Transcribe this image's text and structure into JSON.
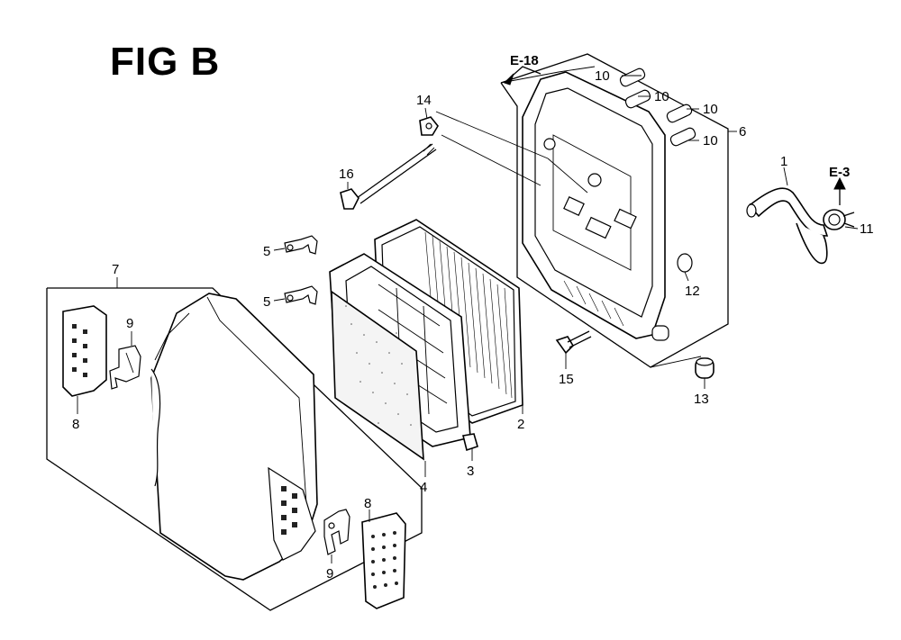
{
  "figure_title": "FIG B",
  "ref_top": "E-18",
  "ref_right": "E-3",
  "callouts": {
    "c1": "1",
    "c2": "2",
    "c3": "3",
    "c4": "4",
    "c5a": "5",
    "c5b": "5",
    "c6": "6",
    "c7": "7",
    "c8a": "8",
    "c8b": "8",
    "c9a": "9",
    "c9b": "9",
    "c10a": "10",
    "c10b": "10",
    "c10c": "10",
    "c10d": "10",
    "c11": "11",
    "c12": "12",
    "c13": "13",
    "c14": "14",
    "c15": "15",
    "c16": "16"
  }
}
